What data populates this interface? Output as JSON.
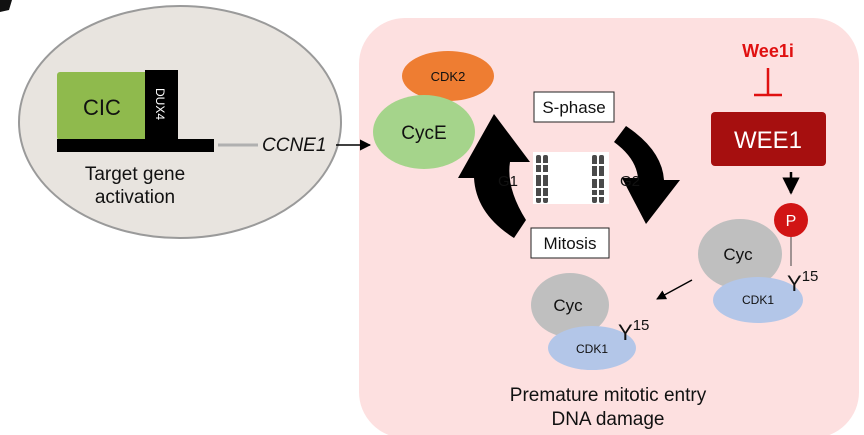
{
  "left_panel": {
    "cic": "CIC",
    "dux4": "DUX4",
    "caption_line1": "Target gene",
    "caption_line2": "activation"
  },
  "ccne1": "CCNE1",
  "cycle": {
    "cdk2": "CDK2",
    "cyce": "CycE",
    "s_phase": "S-phase",
    "mitosis": "Mitosis",
    "g1": "G1",
    "g2": "G2"
  },
  "wee": {
    "inhibitor": "Wee1i",
    "kinase": "WEE1",
    "phospho": "P"
  },
  "complex_phos": {
    "cyc": "Cyc",
    "cdk1": "CDK1",
    "residue": "Y",
    "residue_num": "15"
  },
  "complex_active": {
    "cyc": "Cyc",
    "cdk1": "CDK1",
    "residue": "Y",
    "residue_num": "15"
  },
  "outcome": {
    "line1": "Premature mitotic entry",
    "line2": "DNA damage"
  },
  "colors": {
    "panel_bg": "#fde0e0",
    "oval_bg": "#e8e4df",
    "cic": "#8fba4d",
    "cdk2": "#ee7d32",
    "cyce": "#a5d48b",
    "wee1": "#a60f0f",
    "wee1i": "#e01010",
    "cyc": "#bfbfbf",
    "cdk1": "#b3c6e8"
  }
}
